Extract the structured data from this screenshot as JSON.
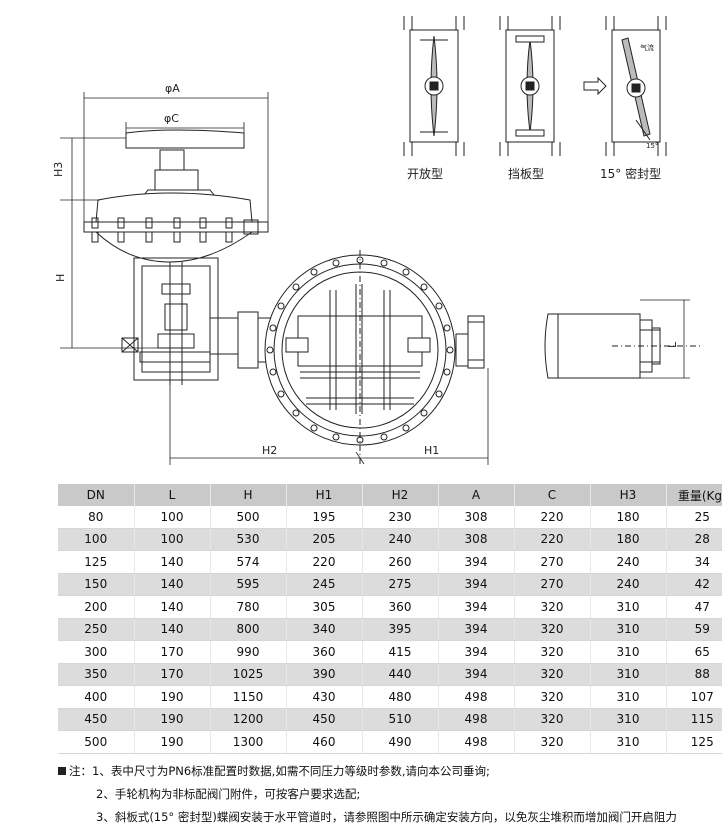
{
  "drawing": {
    "dims": {
      "phi_a": "φA",
      "phi_c": "φC",
      "h3": "H3",
      "h": "H",
      "h1": "H1",
      "h2": "H2",
      "l": "L"
    },
    "types": {
      "open": "开放型",
      "baffle": "挡板型",
      "sealed": "15°  密封型"
    },
    "small": {
      "angle": "15°",
      "flow": "气流"
    }
  },
  "table": {
    "headers": [
      "DN",
      "L",
      "H",
      "H1",
      "H2",
      "A",
      "C",
      "H3",
      "重量(Kg)"
    ],
    "rows": [
      [
        "80",
        "100",
        "500",
        "195",
        "230",
        "308",
        "220",
        "180",
        "25"
      ],
      [
        "100",
        "100",
        "530",
        "205",
        "240",
        "308",
        "220",
        "180",
        "28"
      ],
      [
        "125",
        "140",
        "574",
        "220",
        "260",
        "394",
        "270",
        "240",
        "34"
      ],
      [
        "150",
        "140",
        "595",
        "245",
        "275",
        "394",
        "270",
        "240",
        "42"
      ],
      [
        "200",
        "140",
        "780",
        "305",
        "360",
        "394",
        "320",
        "310",
        "47"
      ],
      [
        "250",
        "140",
        "800",
        "340",
        "395",
        "394",
        "320",
        "310",
        "59"
      ],
      [
        "300",
        "170",
        "990",
        "360",
        "415",
        "394",
        "320",
        "310",
        "65"
      ],
      [
        "350",
        "170",
        "1025",
        "390",
        "440",
        "394",
        "320",
        "310",
        "88"
      ],
      [
        "400",
        "190",
        "1150",
        "430",
        "480",
        "498",
        "320",
        "310",
        "107"
      ],
      [
        "450",
        "190",
        "1200",
        "450",
        "510",
        "498",
        "320",
        "310",
        "115"
      ],
      [
        "500",
        "190",
        "1300",
        "460",
        "490",
        "498",
        "320",
        "310",
        "125"
      ]
    ]
  },
  "notes": {
    "prefix": "注：",
    "n1": "1、表中尺寸为PN6标准配置时数据,如需不同压力等级时参数,请向本公司垂询;",
    "n2": "2、手轮机构为非标配阀门附件，可按客户要求选配;",
    "n3": "3、斜板式(15°  密封型)蝶阀安装于水平管道时，请参照图中所示确定安装方向，以免灰尘堆积而增加阀门开启阻力"
  }
}
